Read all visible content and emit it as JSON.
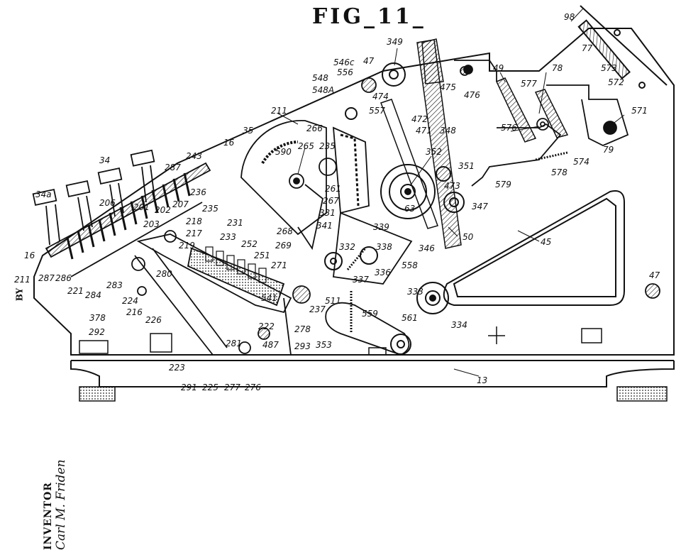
{
  "figure_title": "FIG_11_",
  "inventor_label": "INVENTOR",
  "inventor_name": "Carl M. Friden",
  "by_label": "BY",
  "reference_numerals": [
    "98",
    "49",
    "77",
    "78",
    "573",
    "572",
    "571",
    "79",
    "574",
    "578",
    "577",
    "576",
    "579",
    "47",
    "349",
    "546c",
    "548",
    "548A",
    "556",
    "557",
    "474",
    "475",
    "476",
    "472",
    "471",
    "348",
    "352",
    "351",
    "473",
    "63",
    "347",
    "50",
    "45",
    "47b",
    "211",
    "35",
    "590",
    "265",
    "235",
    "266",
    "16",
    "243",
    "34",
    "287",
    "236",
    "235b",
    "207",
    "231",
    "202",
    "201",
    "206",
    "203",
    "218",
    "217",
    "219",
    "34a",
    "286",
    "287b",
    "16b",
    "211b",
    "221",
    "284",
    "283",
    "378",
    "224",
    "216",
    "226",
    "280",
    "233",
    "252",
    "251",
    "268",
    "269",
    "341",
    "261",
    "267",
    "331",
    "339",
    "332",
    "338",
    "337",
    "336",
    "346",
    "558",
    "333",
    "511",
    "237",
    "271",
    "541",
    "278",
    "222",
    "487",
    "293",
    "559",
    "561",
    "334",
    "353",
    "13",
    "292",
    "223",
    "291",
    "225",
    "277",
    "276",
    "281"
  ],
  "reference_display": {
    "47b": "47",
    "235b": "235",
    "287b": "287",
    "16b": "16",
    "211b": "211"
  }
}
